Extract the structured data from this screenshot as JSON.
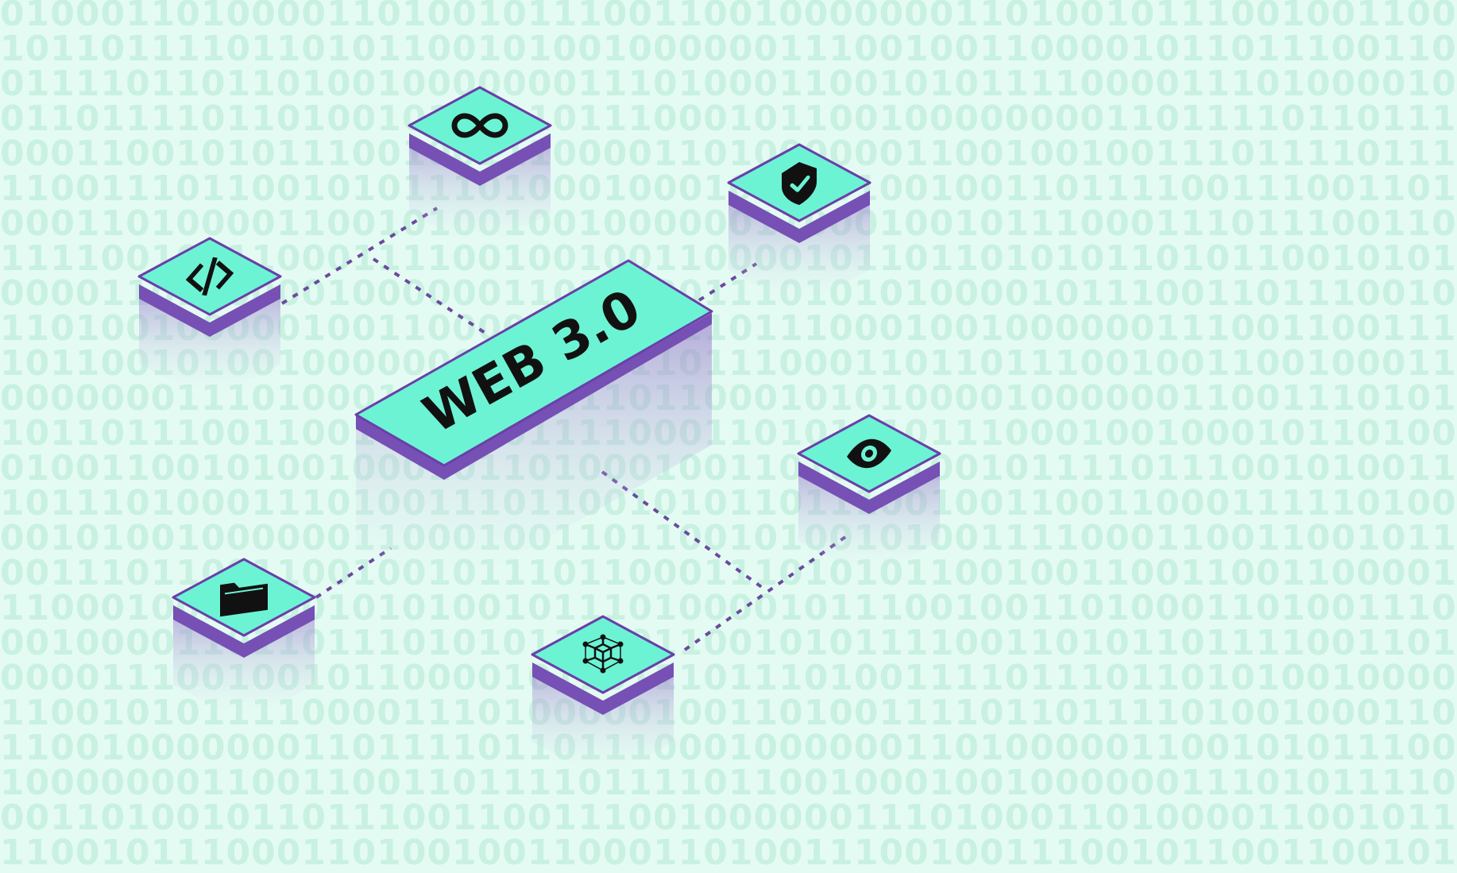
{
  "background": {
    "pattern_rows": [
      "0100011010000110100101110011001000000011010010111001001100",
      "1011011110110101100101001000000111001001100001011011100110",
      "0111101101101001000000011101000110010101111000011101000010",
      "0110111101101001011011011100010110010000000011011110110111",
      "0001100101011100100111000011010000001100100100111011110111",
      "1100111011001010111010001000100110100100110111100111001101",
      "0001101000011001010010010000001100010010111000111011100110",
      "1111001001100011110010010011000010110110101011010110010101",
      "0000110100000100000011011000111010101000010111001101110010",
      "1101001000001001100001000001101110001001000000111001100111",
      "1011001010010000000111000110111000110110111001001100100011",
      "0000000111010001100100111011000101010000100000011001110101",
      "1011011100110011100101111000110101110111000100100010110100",
      "0100110010100100010110100010011010011001011110111001010011",
      "1011101000111010011101100101011011100100110011000111110100",
      "0010100100000011000100110110010100101001111000110011001011",
      "0011101100110010010111011000111010101100100110011001100001",
      "1100010011100101010010111010000101110010011010001101001110",
      "0010000110110111010101110011001010111100110101101111001101",
      "0000111001001011000010110111011101001111011101101010010000",
      "1100101011110000111010000010011010011110110111101001000110",
      "1100100000001101111011011100010000001101000001100101011100",
      "1000000011001100110111101111011001000100100000011101011110",
      "0011010010110111001100111001000000111010001101000011001011",
      "1100101110001101001001100011010011100100111001011001100101"
    ]
  },
  "diagram": {
    "center": {
      "label": "WEB 3.0"
    },
    "nodes": [
      {
        "id": "infinity",
        "icon": "infinity-icon"
      },
      {
        "id": "shield",
        "icon": "shield-check-icon"
      },
      {
        "id": "code",
        "icon": "code-icon"
      },
      {
        "id": "eye",
        "icon": "eye-icon"
      },
      {
        "id": "folder",
        "icon": "folder-icon"
      },
      {
        "id": "network",
        "icon": "network-icon"
      }
    ]
  },
  "colors": {
    "top_face": "#6cf3d4",
    "side_face": "#7650b4",
    "outline": "#6a3fa8",
    "connector": "#6a4a9e",
    "icon": "#111111",
    "background": "#e4fbf3",
    "pattern": "#c9f1e2"
  }
}
